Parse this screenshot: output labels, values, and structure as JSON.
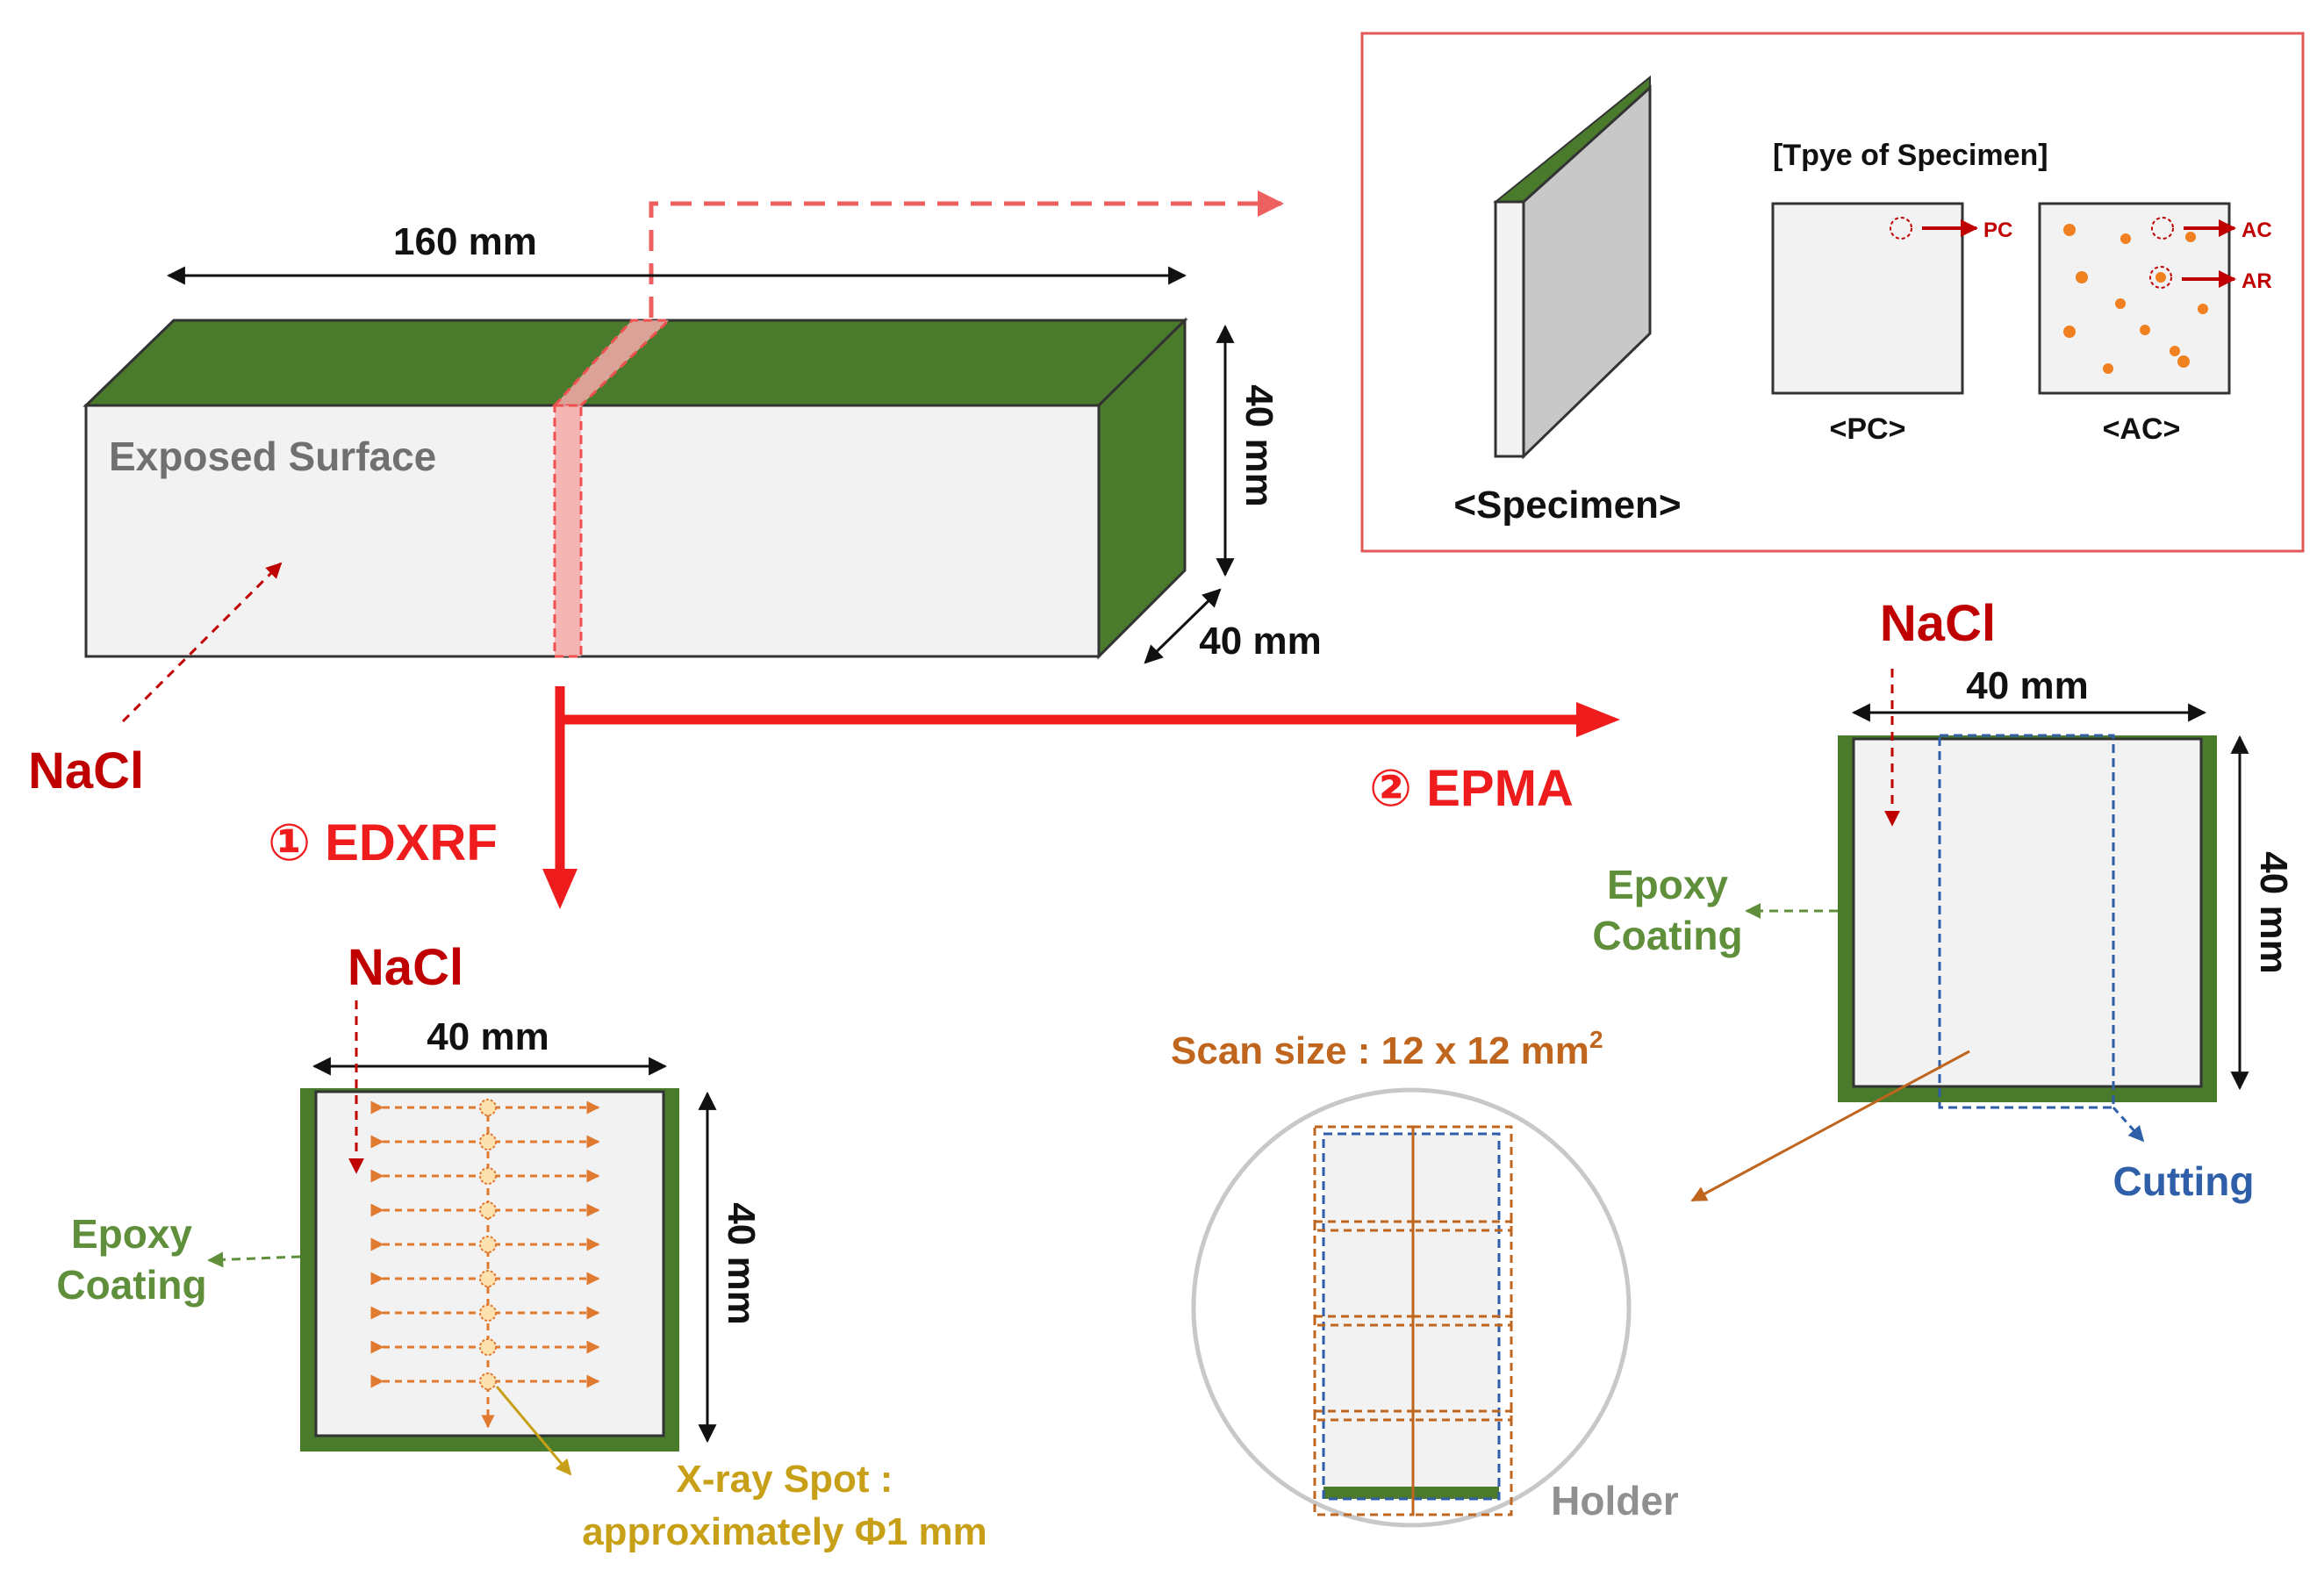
{
  "colors": {
    "green": "#4a7a2c",
    "face_light": "#f2f2f2",
    "face_mid": "#c8c8c8",
    "red": "#ee1c1c",
    "dark_red": "#c00000",
    "orange": "#e07a30",
    "brown": "#c0651e",
    "gold": "#c8a018",
    "blue": "#2f5fa8",
    "label_green": "#5f8f3a",
    "gray_text": "#707070",
    "pink": "#f4aaaa"
  },
  "prism": {
    "length_label": "160 mm",
    "height_label": "40 mm",
    "depth_label": "40 mm",
    "exposed_label": "Exposed Surface",
    "nacl_label": "NaCl"
  },
  "inset": {
    "specimen_label": "<Specimen>",
    "type_title": "[Tpye of Specimen]",
    "pc_label": "<PC>",
    "ac_label": "<AC>",
    "pc_marker": "PC",
    "ac_marker": "AC",
    "ar_marker": "AR"
  },
  "edxrf": {
    "title": "① EDXRF",
    "nacl_label": "NaCl",
    "width_label": "40 mm",
    "height_label": "40 mm",
    "epoxy_line1": "Epoxy",
    "epoxy_line2": "Coating",
    "spot_line1": "X-ray Spot :",
    "spot_line2": "approximately Φ1 mm"
  },
  "epma": {
    "title": "② EPMA",
    "nacl_label": "NaCl",
    "width_label": "40 mm",
    "height_label": "40 mm",
    "epoxy_line1": "Epoxy",
    "epoxy_line2": "Coating",
    "cutting_label": "Cutting",
    "scan_label": "Scan size : 12 x 12 mm",
    "scan_sup": "2",
    "holder_label": "Holder"
  }
}
